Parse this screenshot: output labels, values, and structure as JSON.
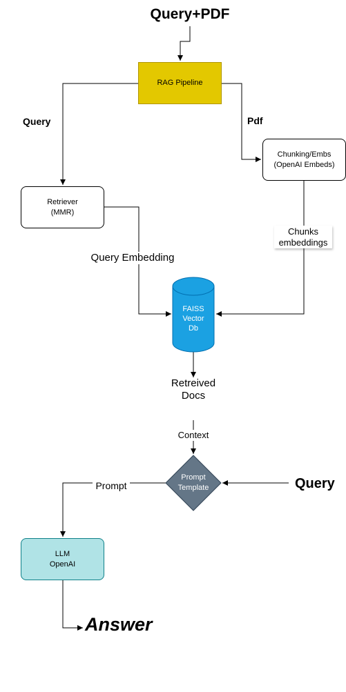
{
  "title": "Query+PDF",
  "nodes": {
    "rag_pipeline": "RAG Pipeline",
    "chunking": [
      "Chunking/Embs",
      "(OpenAI Embeds)"
    ],
    "retriever": [
      "Retriever",
      "(MMR)"
    ],
    "faiss": [
      "FAISS",
      "Vector",
      "Db"
    ],
    "prompt_template": [
      "Prompt",
      "Template"
    ],
    "llm": [
      "LLM",
      "OpenAI"
    ]
  },
  "edge_labels": {
    "query": "Query",
    "pdf": "Pdf",
    "chunks_embeddings": [
      "Chunks",
      "embeddings"
    ],
    "query_embedding": "Query Embedding",
    "retreived_docs": [
      "Retreived",
      "Docs"
    ],
    "context": "Context",
    "prompt": "Prompt"
  },
  "query_input": "Query",
  "answer": "Answer",
  "colors": {
    "rag_pipeline_fill": "#e3c800",
    "rag_pipeline_stroke": "#b09500",
    "faiss_fill": "#1ba1e2",
    "faiss_stroke": "#006eaf",
    "prompt_fill": "#647687",
    "prompt_stroke": "#314354",
    "llm_fill": "#b0e3e6",
    "llm_stroke": "#0e8088"
  }
}
